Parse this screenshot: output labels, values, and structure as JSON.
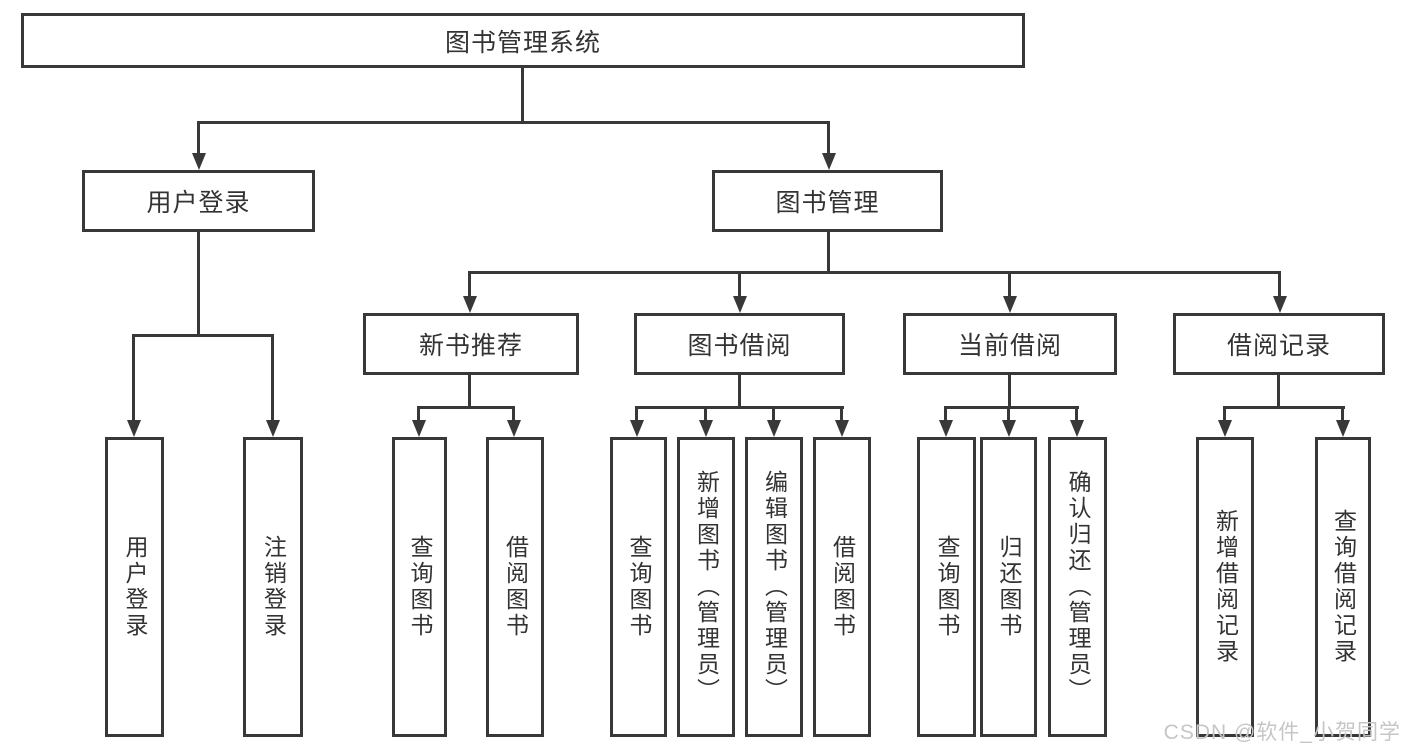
{
  "tree": {
    "root": {
      "label": "图书管理系统"
    },
    "level2": [
      {
        "label": "用户登录"
      },
      {
        "label": "图书管理"
      }
    ],
    "level3": [
      {
        "label": "新书推荐"
      },
      {
        "label": "图书借阅"
      },
      {
        "label": "当前借阅"
      },
      {
        "label": "借阅记录"
      }
    ],
    "leaves": {
      "user_login": [
        "用户登录",
        "注销登录"
      ],
      "new_books": [
        "查询图书",
        "借阅图书"
      ],
      "book_borrow": [
        "查询图书",
        "新增图书（管理员）",
        "编辑图书（管理员）",
        "借阅图书"
      ],
      "current_borrow": [
        "查询图书",
        "归还图书",
        "确认归还（管理员）"
      ],
      "borrow_records": [
        "新增借阅记录",
        "查询借阅记录"
      ]
    }
  },
  "colors": {
    "line": "#383838",
    "text": "#333333",
    "watermark": "#c6c6c6"
  },
  "watermark": "CSDN @软件_小贺同学"
}
